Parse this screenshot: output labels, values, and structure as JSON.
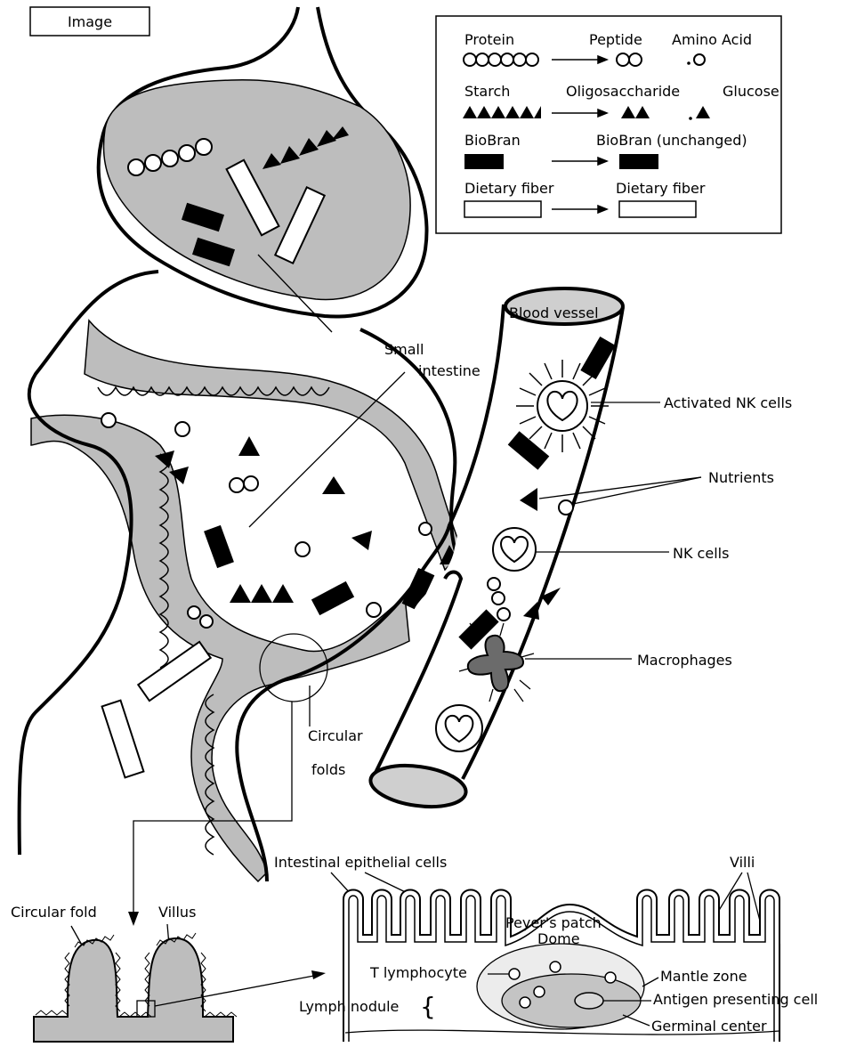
{
  "header": {
    "image_label": "Image"
  },
  "legend": {
    "protein": "Protein",
    "peptide": "Peptide",
    "amino_acid": "Amino Acid",
    "starch": "Starch",
    "oligosaccharide": "Oligosaccharide",
    "glucose": "Glucose",
    "biobran": "BioBran",
    "biobran_unchanged": "BioBran (unchanged)",
    "dietary_fiber": "Dietary fiber",
    "dietary_fiber_out": "Dietary fiber"
  },
  "labels": {
    "blood_vessel": "Blood vessel",
    "small_intestine_1": "Small",
    "small_intestine_2": "intestine",
    "activated_nk": "Activated NK cells",
    "nutrients": "Nutrients",
    "nk_cells": "NK cells",
    "macrophages": "Macrophages",
    "circular_folds_1": "Circular",
    "circular_folds_2": "folds",
    "circular_fold": "Circular fold",
    "villus": "Villus",
    "intestinal_epithelial": "Intestinal epithelial cells",
    "villi": "Villi",
    "peyers_patch": "Peyer's patch",
    "dome": "Dome",
    "t_lymphocyte": "T lymphocyte",
    "mantle_zone": "Mantle zone",
    "antigen_presenting": "Antigen presenting cell",
    "lymph_nodule": "Lymph nodule",
    "germinal_center": "Germinal center"
  },
  "colors": {
    "tissue": "#bdbdbd",
    "line": "#000000",
    "dark": "#555555"
  }
}
